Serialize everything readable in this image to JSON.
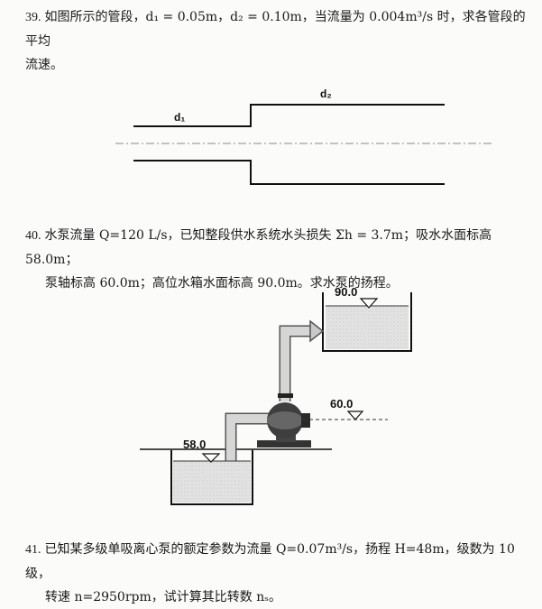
{
  "problems": [
    {
      "num": "39.",
      "line1": "如图所示的管段，d₁ = 0.05m，d₂ = 0.10m，当流量为 0.004m³/s 时，求各管段的平均",
      "line2": "流速。"
    },
    {
      "num": "40.",
      "line1": "水泵流量 Q=120 L/s，已知整段供水系统水头损失 Σh = 3.7m；吸水水面标高 58.0m；",
      "line2": "泵轴标高 60.0m；高位水箱水面标高 90.0m。求水泵的扬程。"
    },
    {
      "num": "41.",
      "line1": "已知某多级单吸离心泵的额定参数为流量 Q=0.07m³/s，扬程 H=48m，级数为 10 级，",
      "line2": "转速 n=2950rpm，试计算其比转数 nₛ。"
    }
  ],
  "figure39": {
    "label_d1": "d₁",
    "label_d2": "d₂"
  },
  "figure40": {
    "label_tank": "90.0",
    "label_pump": "60.0",
    "label_sump": "58.0"
  }
}
